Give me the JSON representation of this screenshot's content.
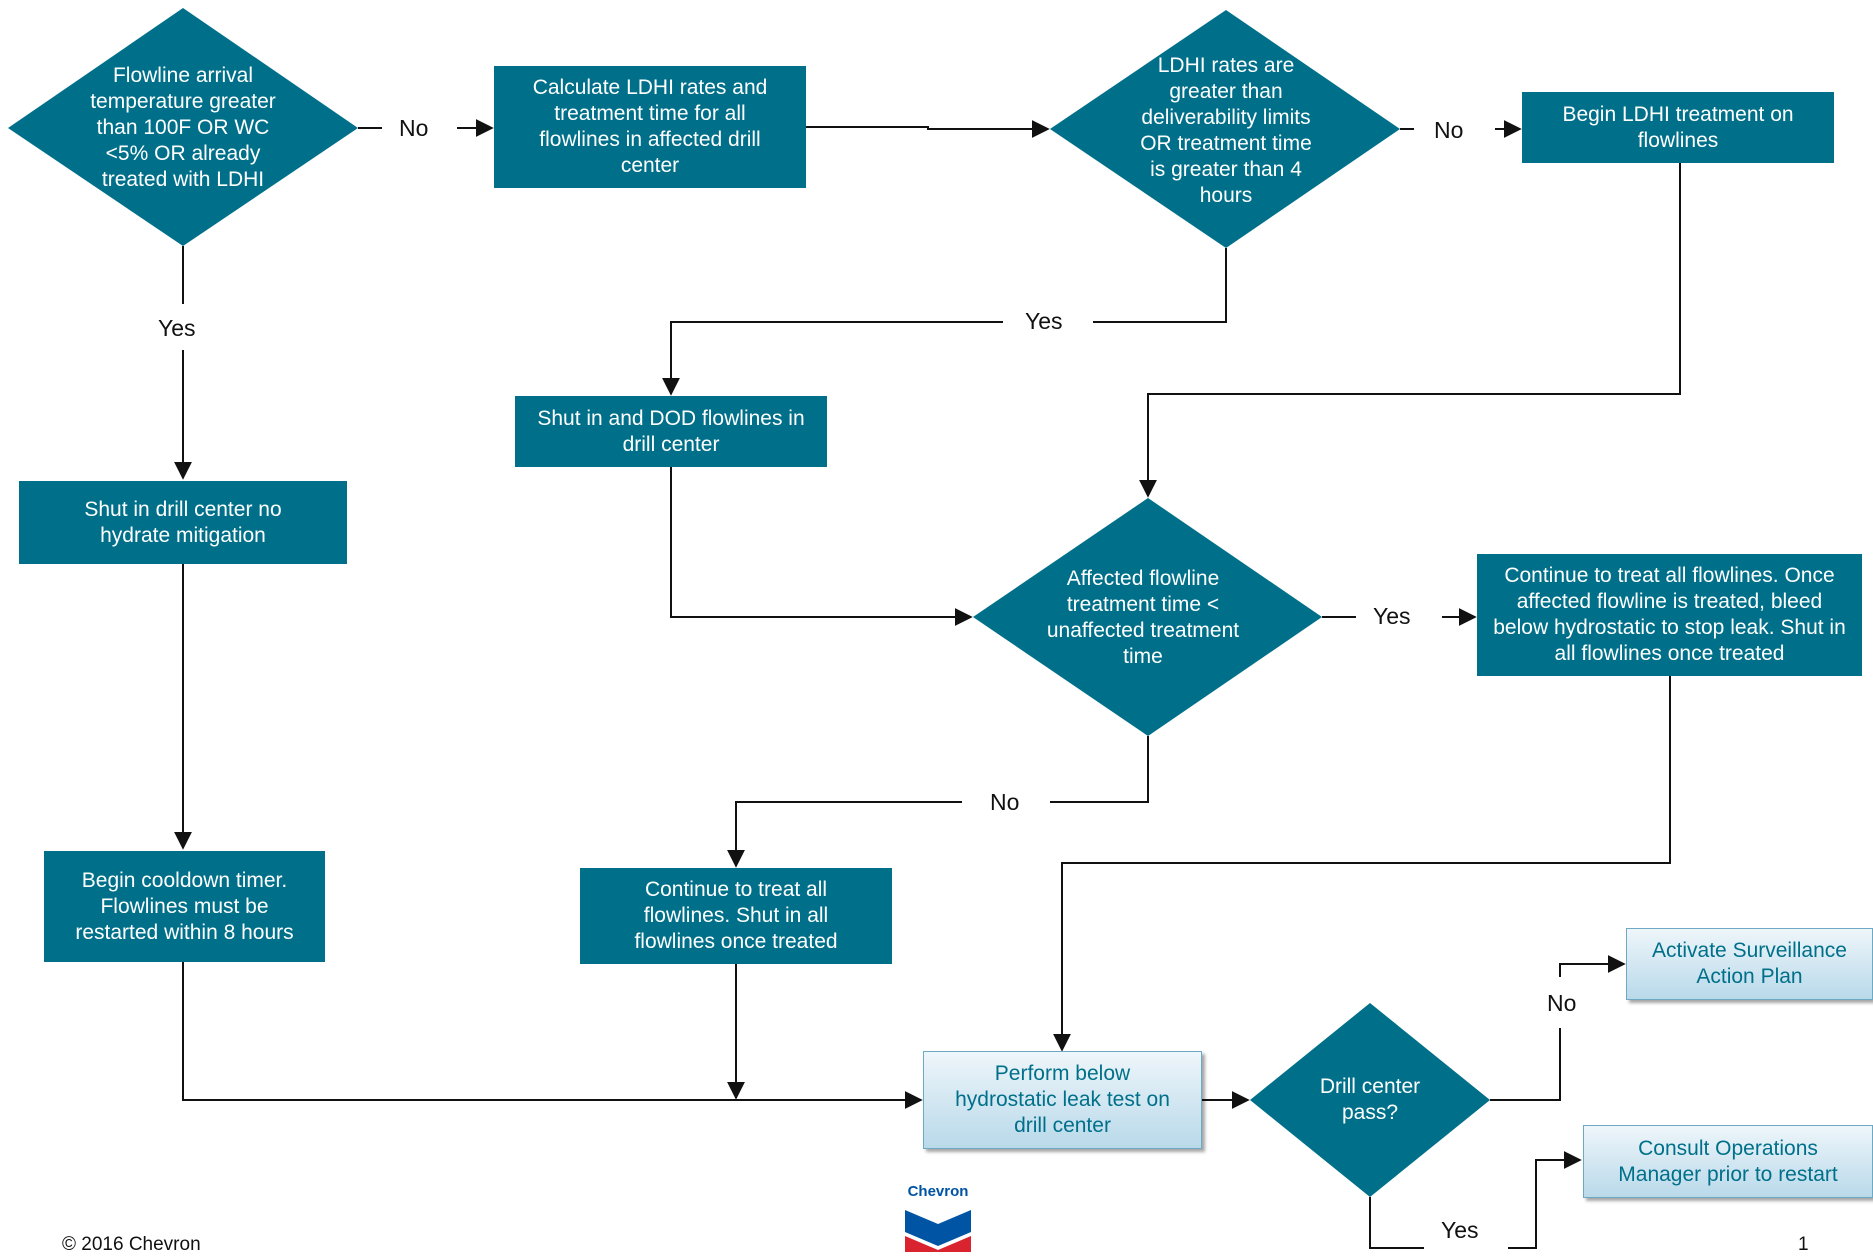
{
  "colors": {
    "primary": "#00708a",
    "light_fill": "#d5e9f3",
    "connector": "#111111"
  },
  "nodes": {
    "d1": "Flowline arrival temperature greater than 100F OR WC <5% OR already treated with LDHI",
    "calc": "Calculate LDHI rates and treatment time for all flowlines in affected drill center",
    "d2": "LDHI rates are greater than deliverability limits OR treatment time is greater than 4 hours",
    "begin_ldhi": "Begin LDHI treatment on flowlines",
    "shut_dod": "Shut in and DOD flowlines in drill center",
    "shut_no_hyd": "Shut in drill center no hydrate mitigation",
    "d3": "Affected flowline treatment time < unaffected treatment time",
    "continue_bleed": "Continue to treat all flowlines. Once affected flowline is treated, bleed below hydrostatic to stop leak. Shut in all flowlines once treated",
    "cooldown": "Begin cooldown timer. Flowlines must be restarted within 8 hours",
    "continue_treat": "Continue to treat all flowlines. Shut in all flowlines once treated",
    "leak_test": "Perform below hydrostatic leak test on drill center",
    "d4": "Drill center pass?",
    "activate": "Activate Surveillance Action Plan",
    "consult": "Consult Operations Manager prior to restart"
  },
  "edge_labels": {
    "d1_no": "No",
    "d1_yes": "Yes",
    "d2_no": "No",
    "d2_yes": "Yes",
    "d3_yes": "Yes",
    "d3_no": "No",
    "d4_no": "No",
    "d4_yes": "Yes"
  },
  "footer": {
    "copyright": "© 2016 Chevron",
    "logo_text": "Chevron",
    "page_number": "1"
  }
}
